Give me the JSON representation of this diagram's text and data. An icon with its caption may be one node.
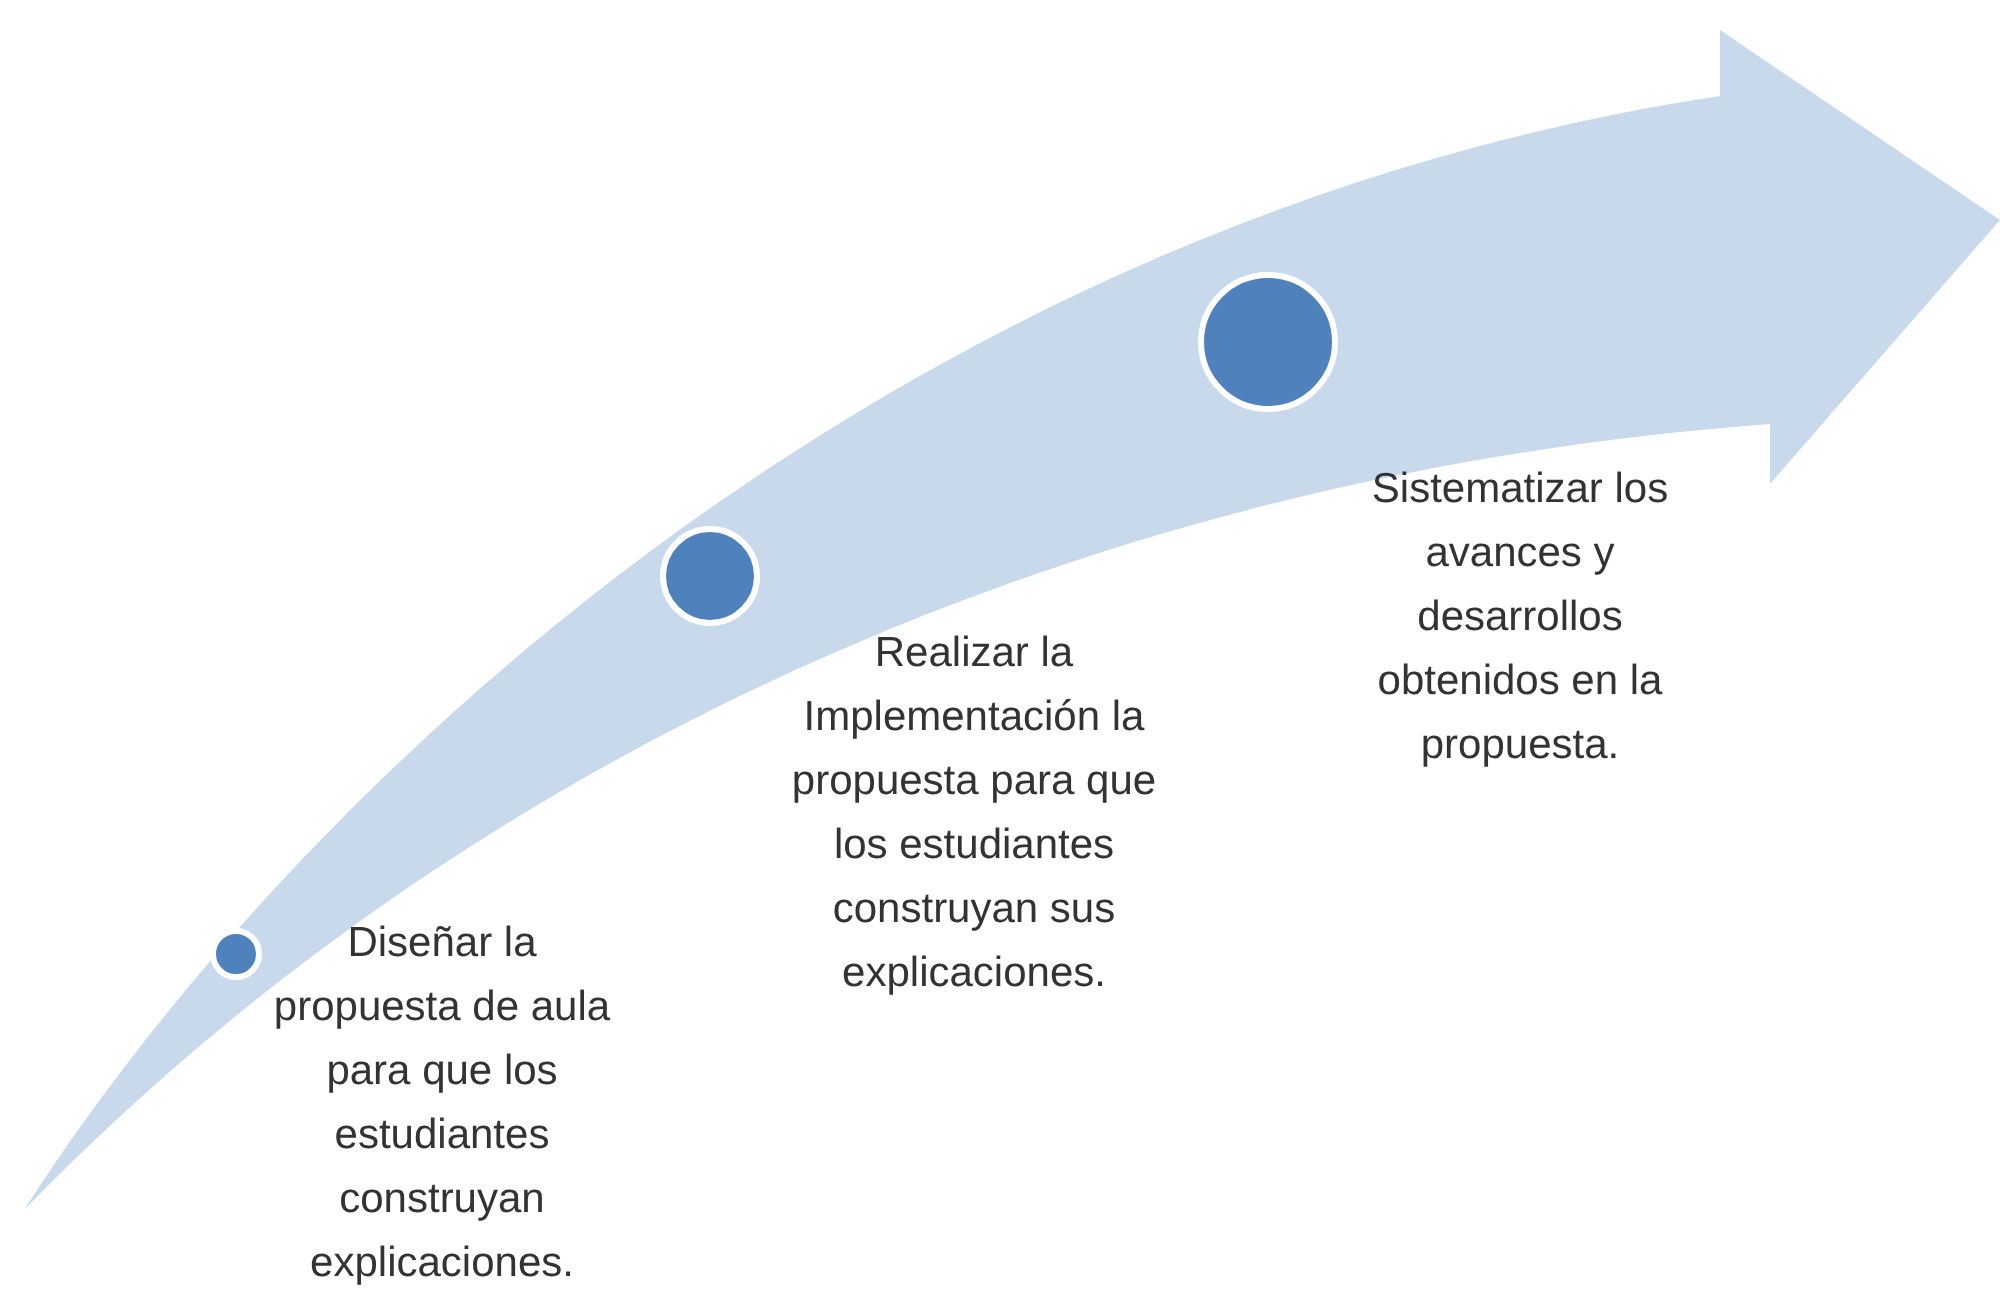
{
  "diagram": {
    "nodes": [
      {
        "text": [],
        "shape": "circle",
        "beside": [
          "Diseñar la propuesta de aula para que los estudiantes construyan explicaciones."
        ]
      },
      {
        "text": [],
        "shape": "circle",
        "beside": [
          "Realizar la Implementación la propuesta para que los estudiantes construyan sus explicaciones."
        ]
      },
      {
        "text": [],
        "shape": "circle",
        "beside": [
          "Sistematizar los avances y desarrollos obtenidos en la propuesta."
        ]
      }
    ],
    "edges": []
  }
}
